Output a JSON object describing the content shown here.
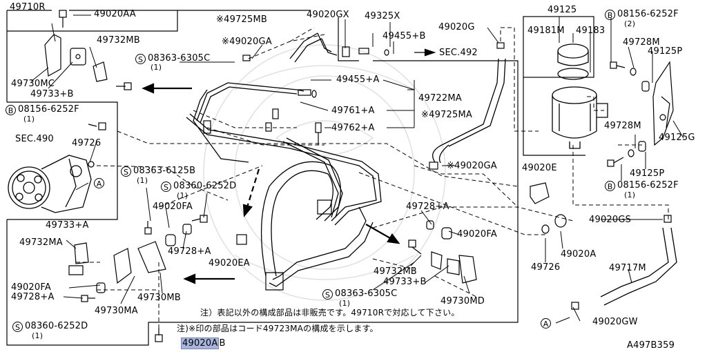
{
  "labels": {
    "l_49710R": "49710R",
    "l_49020AA": "49020AA",
    "l_49725MB": "※49725MB",
    "l_49020GX": "49020GX",
    "l_49325X": "49325X",
    "l_49455B": "49455+B",
    "l_49020G": "49020G",
    "l_sec492": "SEC.492",
    "l_49125": "49125",
    "l_49181M": "49181M",
    "l_49183": "49183",
    "l_08156_a": "08156-6252F",
    "l_08156_a_q": "(2)",
    "l_49728M_a": "49728M",
    "l_49125P_a": "49125P",
    "l_49732MB_a": "49732MB",
    "l_49020GA_a": "※49020GA",
    "l_08363_a": "08363-6305C",
    "l_08363_a_q": "(1)",
    "l_49730MC": "49730MC",
    "l_49733B_a": "49733+B",
    "l_49455A": "49455+A",
    "l_49722MA": "49722MA",
    "l_49761A": "49761+A",
    "l_49762A": "49762+A",
    "l_49725MA": "※49725MA",
    "l_08156_b": "08156-6252F",
    "l_08156_b_q": "(1)",
    "l_sec490": "SEC.490",
    "l_49726_a": "49726",
    "l_49728M_b": "49728M",
    "l_49125G": "49125G",
    "l_49020GA_b": "※49020GA",
    "l_49020E": "49020E",
    "l_49125P_b": "49125P",
    "l_08156_c": "08156-6252F",
    "l_08156_c_q": "(1)",
    "l_08363_b": "08363-6125B",
    "l_08363_b_q": "(1)",
    "l_08360_a": "08360-6252D",
    "l_08360_a_q": "(1)",
    "l_49020FA_a": "49020FA",
    "l_49728A_a": "49728+A",
    "l_49733A": "49733+A",
    "l_49732MA": "49732MA",
    "l_49728A_b": "49728+A",
    "l_49020EA": "49020EA",
    "l_49020GS": "49020GS",
    "l_49020FA_b": "49020FA",
    "l_49020FA_c": "49020FA",
    "l_49728A_c": "49728+A",
    "l_49730MA": "49730MA",
    "l_49730MB": "49730MB",
    "l_49732MB_b": "49732MB",
    "l_49733B_b": "49733+B",
    "l_08363_c": "08363-6305C",
    "l_08363_c_q": "(1)",
    "l_49730MD": "49730MD",
    "l_49726_b": "49726",
    "l_49020A": "49020A",
    "l_49717M": "49717M",
    "l_49020GW": "49020GW",
    "l_08360_b": "08360-6252D",
    "l_08360_b_q": "(1)",
    "l_49020AB_pre": "49020A",
    "l_49020AB_suf": "B",
    "diagram_code": "A497B359"
  },
  "symbols": {
    "S": "S",
    "B": "B",
    "A": "A"
  },
  "notes": {
    "note1": "注）表記以外の構成部品は非販売です。49710Rで対応して下さい。",
    "note2": "注)※印の部品はコード49723MAの構成を示します。"
  },
  "colors": {
    "line": "#000000",
    "highlight": "#a7b5dd",
    "watermark": "#d9d9d9"
  }
}
